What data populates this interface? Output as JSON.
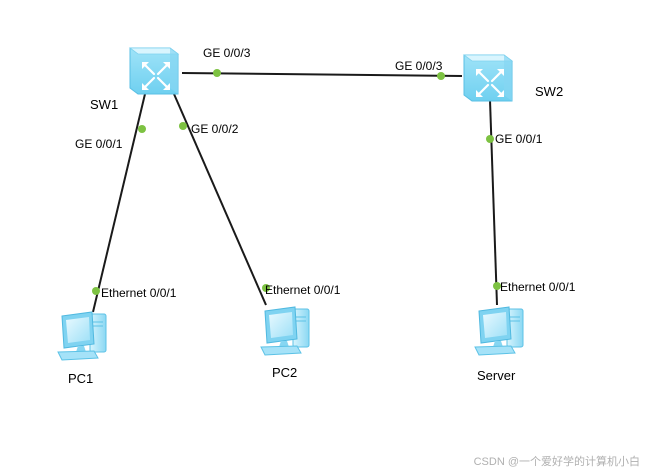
{
  "nodes": {
    "sw1": {
      "label": "SW1",
      "type": "switch-icon"
    },
    "sw2": {
      "label": "SW2",
      "type": "switch-icon"
    },
    "pc1": {
      "label": "PC1",
      "type": "pc-icon"
    },
    "pc2": {
      "label": "PC2",
      "type": "pc-icon"
    },
    "server": {
      "label": "Server",
      "type": "pc-icon"
    }
  },
  "links": [
    {
      "from": "sw1",
      "to": "sw2",
      "from_port": "GE 0/0/3",
      "to_port": "GE 0/0/3"
    },
    {
      "from": "sw1",
      "to": "pc1",
      "from_port": "GE 0/0/1",
      "to_port": "Ethernet 0/0/1"
    },
    {
      "from": "sw1",
      "to": "pc2",
      "from_port": "GE 0/0/2",
      "to_port": "Ethernet 0/0/1"
    },
    {
      "from": "sw2",
      "to": "server",
      "from_port": "GE 0/0/1",
      "to_port": "Ethernet 0/0/1"
    }
  ],
  "colors": {
    "link": "#1a1a1a",
    "port_dot": "#7dc242",
    "switch_light": "#b4ebfb",
    "switch_dark": "#5ec6ea",
    "pc_light": "#c6eefc",
    "pc_dark": "#6fcdf0"
  },
  "watermark": "CSDN @一个爱好学的计算机小白"
}
